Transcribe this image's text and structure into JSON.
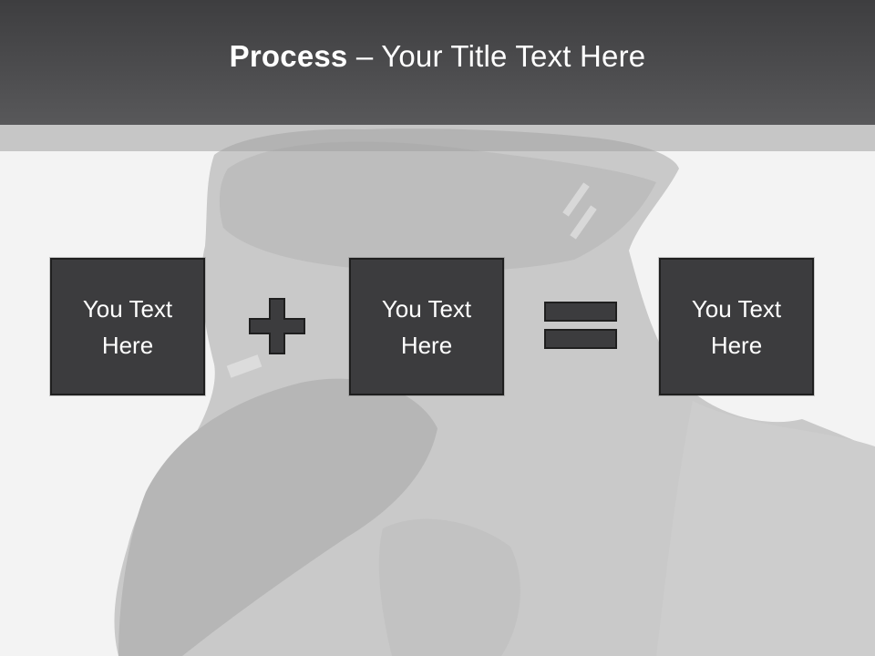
{
  "title": {
    "bold": "Process",
    "separator": " – ",
    "rest": "Your Title Text Here"
  },
  "boxes": [
    {
      "line1": "You Text",
      "line2": "Here"
    },
    {
      "line1": "You Text",
      "line2": "Here"
    },
    {
      "line1": "You Text",
      "line2": "Here"
    }
  ],
  "operators": {
    "first": "plus-icon",
    "second": "equals-icon"
  },
  "colors": {
    "header": "#4c4c4e",
    "box_fill": "#3c3c3e",
    "box_border": "#1f1f1f",
    "text": "#ffffff",
    "background": "#f2f2f2"
  }
}
